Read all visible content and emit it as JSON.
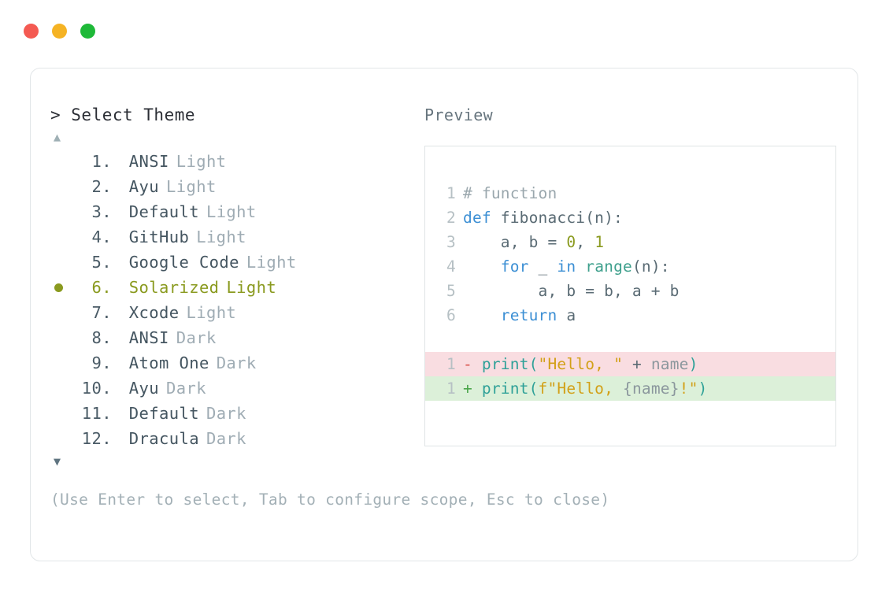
{
  "window": {
    "dots": [
      {
        "name": "close-dot",
        "color": "#F45A52"
      },
      {
        "name": "minimize-dot",
        "color": "#F5B324"
      },
      {
        "name": "maximize-dot",
        "color": "#1EB938"
      }
    ]
  },
  "left": {
    "prompt": "> Select Theme",
    "scroll_up_icon": "▲",
    "scroll_down_icon": "▼",
    "selected_index": 6,
    "themes": [
      {
        "index": "1.",
        "name": "ANSI",
        "variant": "Light"
      },
      {
        "index": "2.",
        "name": "Ayu",
        "variant": "Light"
      },
      {
        "index": "3.",
        "name": "Default",
        "variant": "Light"
      },
      {
        "index": "4.",
        "name": "GitHub",
        "variant": "Light"
      },
      {
        "index": "5.",
        "name": "Google Code",
        "variant": "Light"
      },
      {
        "index": "6.",
        "name": "Solarized",
        "variant": "Light"
      },
      {
        "index": "7.",
        "name": "Xcode",
        "variant": "Light"
      },
      {
        "index": "8.",
        "name": "ANSI",
        "variant": "Dark"
      },
      {
        "index": "9.",
        "name": "Atom One",
        "variant": "Dark"
      },
      {
        "index": "10.",
        "name": "Ayu",
        "variant": "Dark"
      },
      {
        "index": "11.",
        "name": "Default",
        "variant": "Dark"
      },
      {
        "index": "12.",
        "name": "Dracula",
        "variant": "Dark"
      }
    ],
    "hint": "(Use Enter to select, Tab to configure scope, Esc to close)"
  },
  "right": {
    "preview_label": "Preview",
    "code_lines": [
      {
        "ln": "1",
        "tokens": [
          {
            "t": "# function",
            "c": "t-comment"
          }
        ]
      },
      {
        "ln": "2",
        "tokens": [
          {
            "t": "def ",
            "c": "t-keyword"
          },
          {
            "t": "fibonacci",
            "c": "t-fn"
          },
          {
            "t": "(n):",
            "c": "t-punct"
          }
        ]
      },
      {
        "ln": "3",
        "tokens": [
          {
            "t": "    a, b = ",
            "c": "t-plain"
          },
          {
            "t": "0",
            "c": "t-number"
          },
          {
            "t": ", ",
            "c": "t-plain"
          },
          {
            "t": "1",
            "c": "t-number"
          }
        ]
      },
      {
        "ln": "4",
        "tokens": [
          {
            "t": "    ",
            "c": "t-plain"
          },
          {
            "t": "for",
            "c": "t-keyword"
          },
          {
            "t": " _ ",
            "c": "t-plain"
          },
          {
            "t": "in",
            "c": "t-keyword"
          },
          {
            "t": " ",
            "c": "t-plain"
          },
          {
            "t": "range",
            "c": "t-builtin"
          },
          {
            "t": "(n):",
            "c": "t-punct"
          }
        ]
      },
      {
        "ln": "5",
        "tokens": [
          {
            "t": "        a, b = b, a + b",
            "c": "t-plain"
          }
        ]
      },
      {
        "ln": "6",
        "tokens": [
          {
            "t": "    ",
            "c": "t-plain"
          },
          {
            "t": "return",
            "c": "t-keyword"
          },
          {
            "t": " a",
            "c": "t-plain"
          }
        ]
      }
    ],
    "diff_lines": [
      {
        "ln": "1",
        "kind": "diff-del",
        "tokens": [
          {
            "t": "- ",
            "c": "t-marker-del"
          },
          {
            "t": "print",
            "c": "t-call"
          },
          {
            "t": "(",
            "c": "t-call"
          },
          {
            "t": "\"Hello, \"",
            "c": "t-string"
          },
          {
            "t": " + ",
            "c": "t-plain"
          },
          {
            "t": "name",
            "c": "t-interp"
          },
          {
            "t": ")",
            "c": "t-call"
          }
        ]
      },
      {
        "ln": "1",
        "kind": "diff-add",
        "tokens": [
          {
            "t": "+ ",
            "c": "t-marker-add"
          },
          {
            "t": "print",
            "c": "t-call"
          },
          {
            "t": "(",
            "c": "t-call"
          },
          {
            "t": "f\"Hello, ",
            "c": "t-string"
          },
          {
            "t": "{name}",
            "c": "t-interp"
          },
          {
            "t": "!\"",
            "c": "t-string"
          },
          {
            "t": ")",
            "c": "t-call"
          }
        ]
      }
    ]
  }
}
